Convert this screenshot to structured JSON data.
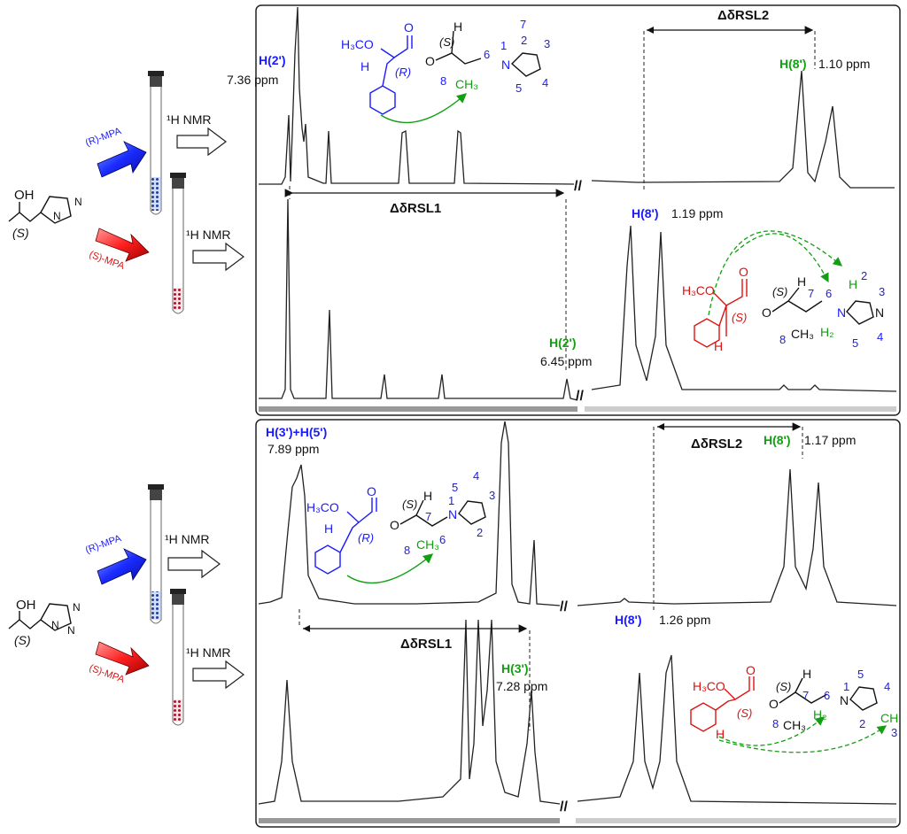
{
  "top": {
    "R_reagent": "(R)-MPA",
    "S_reagent": "(S)-MPA",
    "nmr_label_1": "¹H NMR",
    "nmr_label_2": "¹H NMR",
    "substrate_config": "(S)",
    "substrate_oh": "OH",
    "upper_peak_left_label": "H(2')",
    "upper_peak_left_ppm": "7.36 ppm",
    "upper_peak_right_label": "H(8')",
    "upper_peak_right_ppm": "1.10 ppm",
    "lower_peak_left_label": "H(2')",
    "lower_peak_left_ppm": "6.45 ppm",
    "lower_peak_right_label": "H(8')",
    "lower_peak_right_ppm": "1.19 ppm",
    "delta_L1": "ΔδRSL1",
    "delta_L2": "ΔδRSL2",
    "R_ester": {
      "methoxy": "H₃CO",
      "ester_config": "(R)",
      "alcohol_config": "(S)",
      "H": "H",
      "O": "O",
      "num_1": "1",
      "num_2": "2",
      "num_3": "3",
      "num_4": "4",
      "num_5": "5",
      "num_6": "6",
      "num_7": "7",
      "num_8": "8",
      "N": "N",
      "CH3": "CH₃"
    },
    "S_ester": {
      "methoxy": "H₃CO",
      "ester_config": "(S)",
      "alcohol_config": "(S)",
      "H": "H",
      "H2": "H₂",
      "CH3": "CH₃"
    }
  },
  "bottom": {
    "R_reagent": "(R)-MPA",
    "S_reagent": "(S)-MPA",
    "nmr_label_1": "¹H NMR",
    "nmr_label_2": "¹H NMR",
    "substrate_config": "(S)",
    "substrate_oh": "OH",
    "upper_peak_left_label": "H(3')+H(5')",
    "upper_peak_left_ppm": "7.89 ppm",
    "upper_peak_right_label": "H(8')",
    "upper_peak_right_ppm": "1.17 ppm",
    "lower_peak_left_label": "H(3')",
    "lower_peak_left_ppm": "7.28 ppm",
    "lower_peak_right_label": "H(8')",
    "lower_peak_right_ppm": "1.26 ppm",
    "delta_L1": "ΔδRSL1",
    "delta_L2": "ΔδRSL2",
    "R_ester": {
      "methoxy": "H₃CO",
      "ester_config": "(R)",
      "alcohol_config": "(S)",
      "H": "H",
      "CH3": "CH₃"
    },
    "S_ester": {
      "methoxy": "H₃CO",
      "ester_config": "(S)",
      "alcohol_config": "(S)",
      "H": "H",
      "H2": "H₂",
      "CH3": "CH₃",
      "CH": "CH"
    }
  },
  "colors": {
    "R": "#1a1aff",
    "S": "#e01010",
    "highlight": "#12a012"
  }
}
